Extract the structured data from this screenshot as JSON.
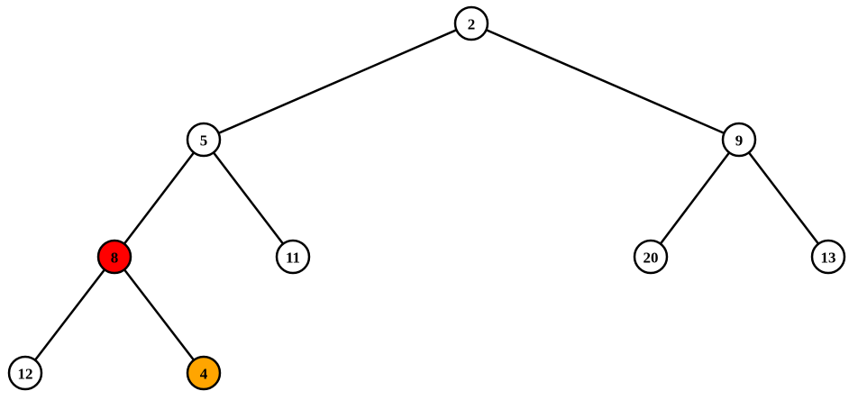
{
  "tree": {
    "nodes": [
      {
        "id": "n2",
        "label": "2",
        "fill": "#ffffff"
      },
      {
        "id": "n5",
        "label": "5",
        "fill": "#ffffff"
      },
      {
        "id": "n9",
        "label": "9",
        "fill": "#ffffff"
      },
      {
        "id": "n8",
        "label": "8",
        "fill": "#ff0000"
      },
      {
        "id": "n11",
        "label": "11",
        "fill": "#ffffff"
      },
      {
        "id": "n20",
        "label": "20",
        "fill": "#ffffff"
      },
      {
        "id": "n13",
        "label": "13",
        "fill": "#ffffff"
      },
      {
        "id": "n12",
        "label": "12",
        "fill": "#ffffff"
      },
      {
        "id": "n4",
        "label": "4",
        "fill": "#ffa500"
      }
    ],
    "edges": [
      {
        "from": "n2",
        "to": "n5"
      },
      {
        "from": "n2",
        "to": "n9"
      },
      {
        "from": "n5",
        "to": "n8"
      },
      {
        "from": "n5",
        "to": "n11"
      },
      {
        "from": "n9",
        "to": "n20"
      },
      {
        "from": "n9",
        "to": "n13"
      },
      {
        "from": "n8",
        "to": "n12"
      },
      {
        "from": "n8",
        "to": "n4"
      }
    ]
  }
}
